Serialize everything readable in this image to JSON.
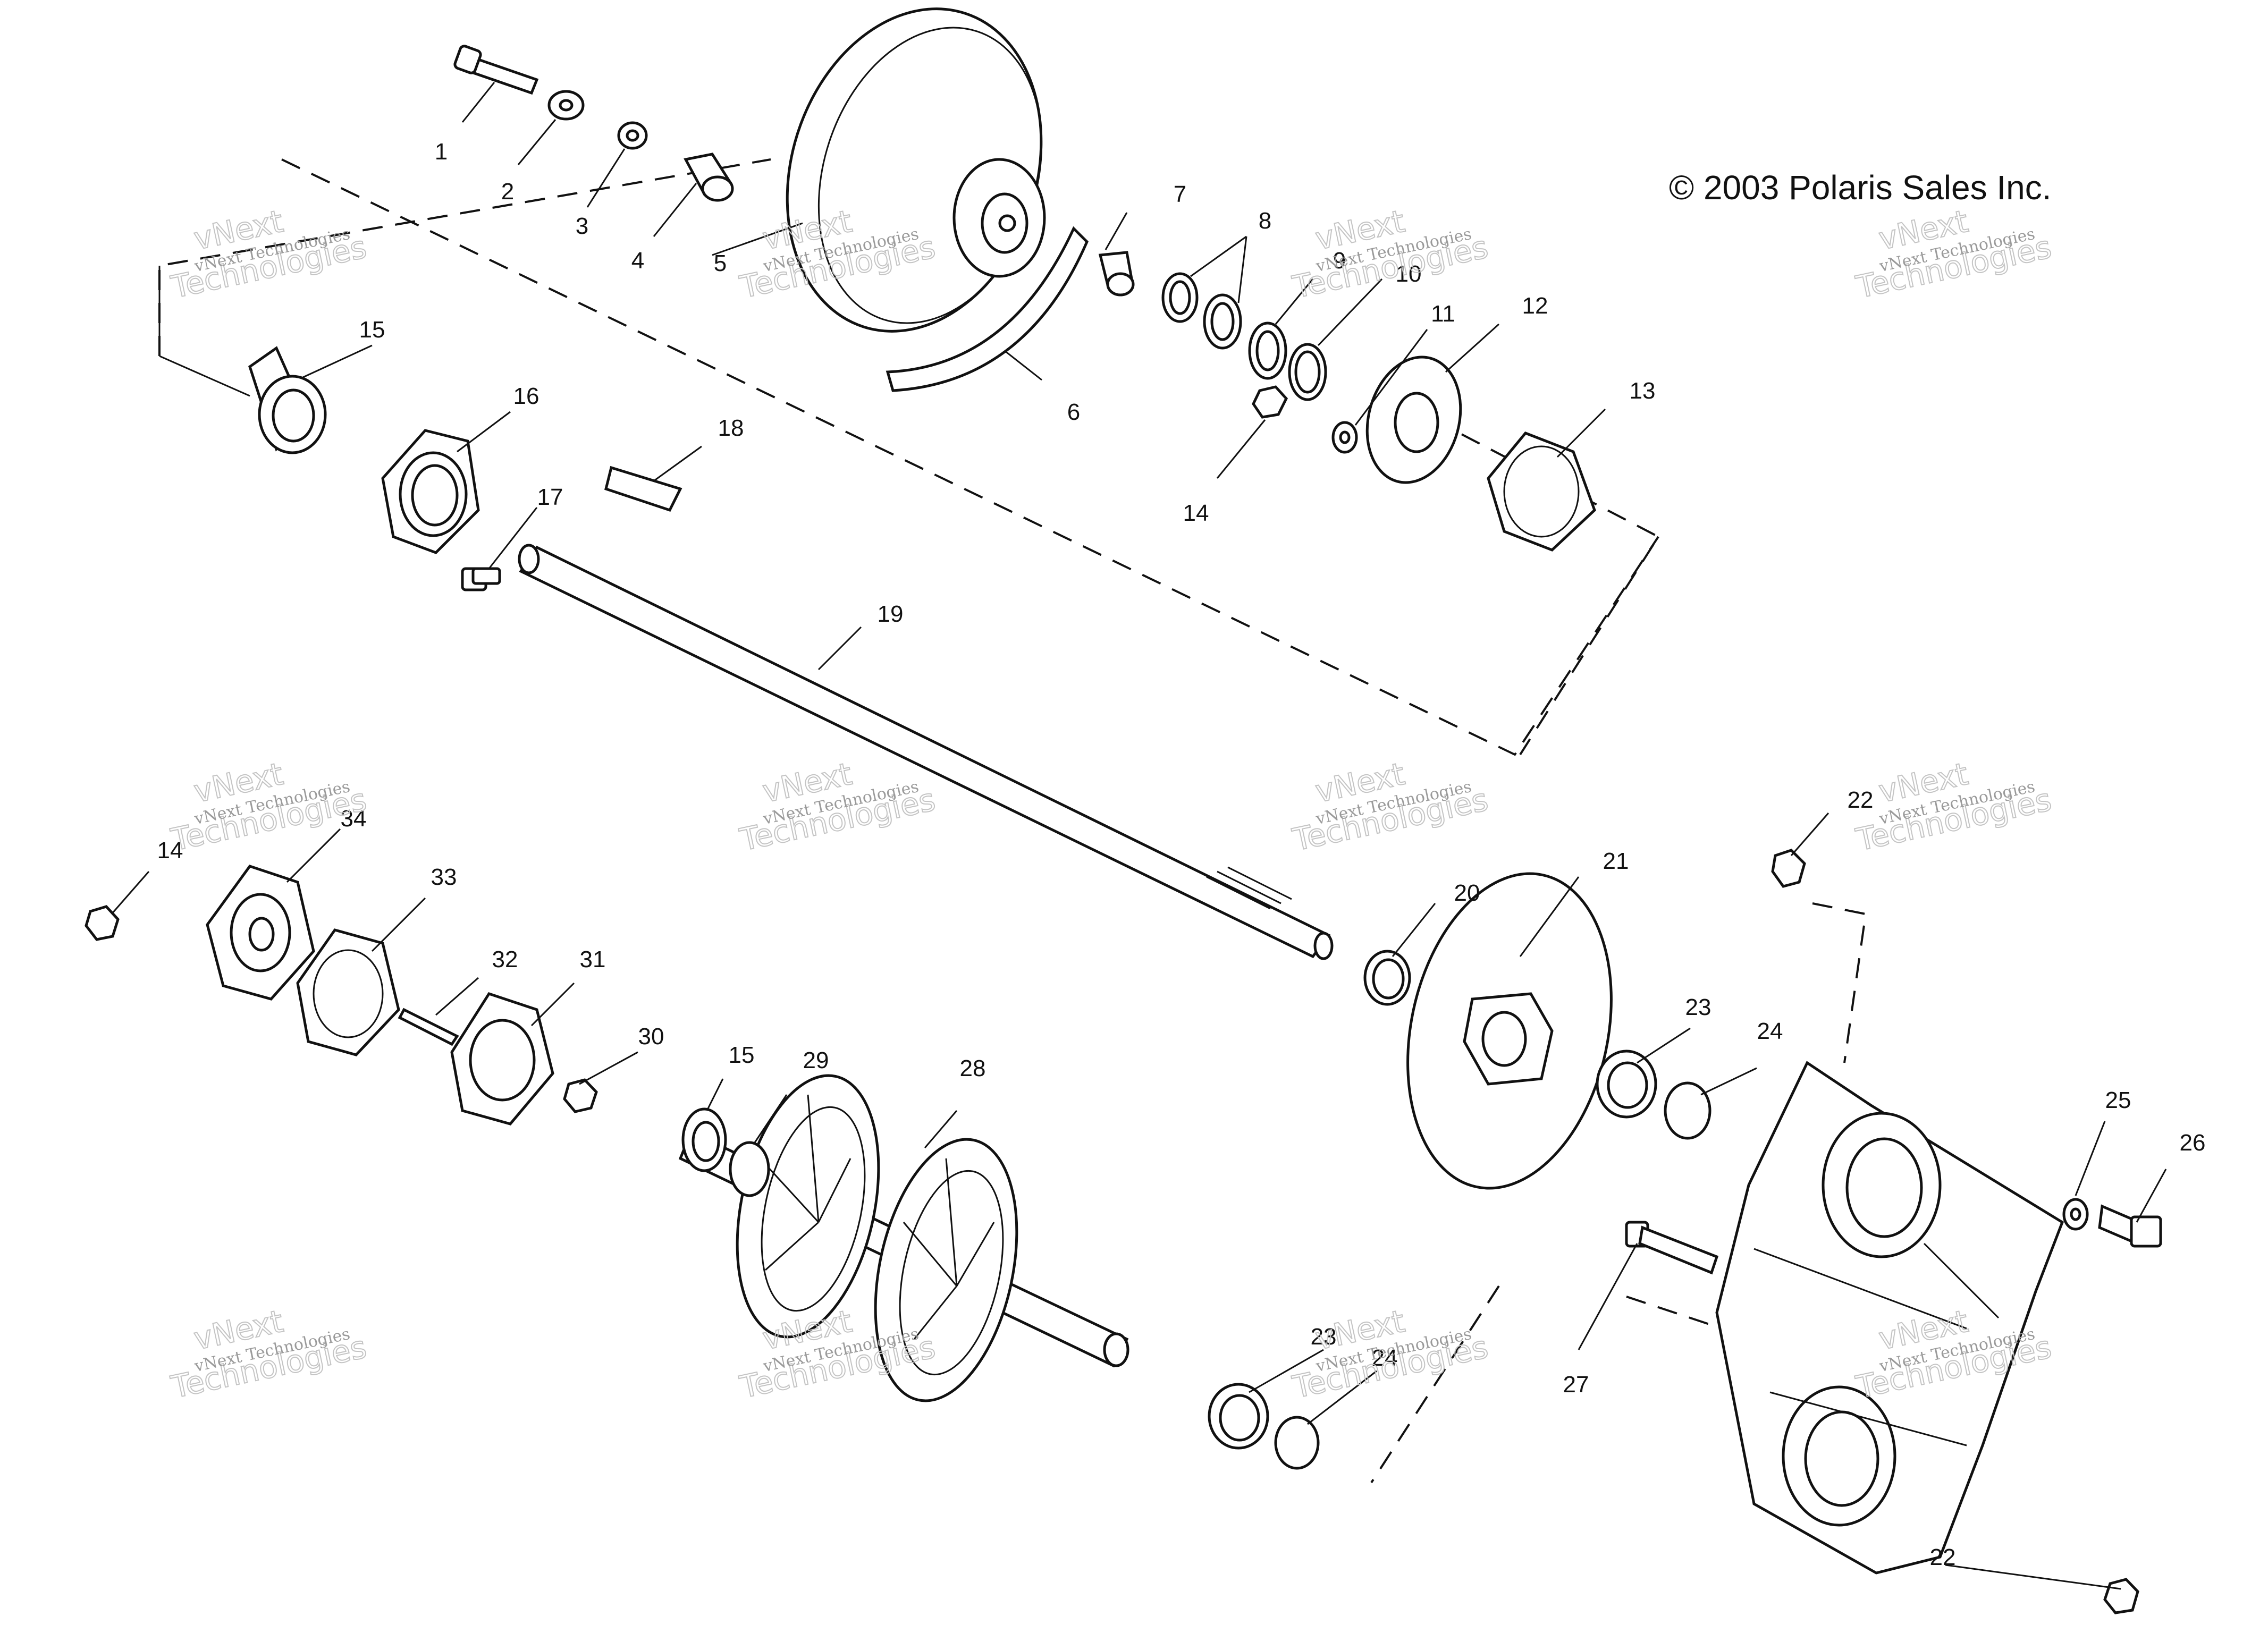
{
  "copyright": "© 2003 Polaris Sales Inc.",
  "watermark": {
    "line1": "vNext Technologies",
    "line2": "vNext",
    "line3": "Technologies"
  },
  "callouts": [
    "1",
    "2",
    "3",
    "4",
    "5",
    "6",
    "7",
    "8",
    "9",
    "10",
    "11",
    "12",
    "13",
    "14",
    "15",
    "16",
    "17",
    "18",
    "19",
    "20",
    "21",
    "22",
    "22",
    "23",
    "23",
    "24",
    "24",
    "25",
    "26",
    "27",
    "28",
    "29",
    "30",
    "31",
    "32",
    "33",
    "34",
    "14",
    "15"
  ]
}
